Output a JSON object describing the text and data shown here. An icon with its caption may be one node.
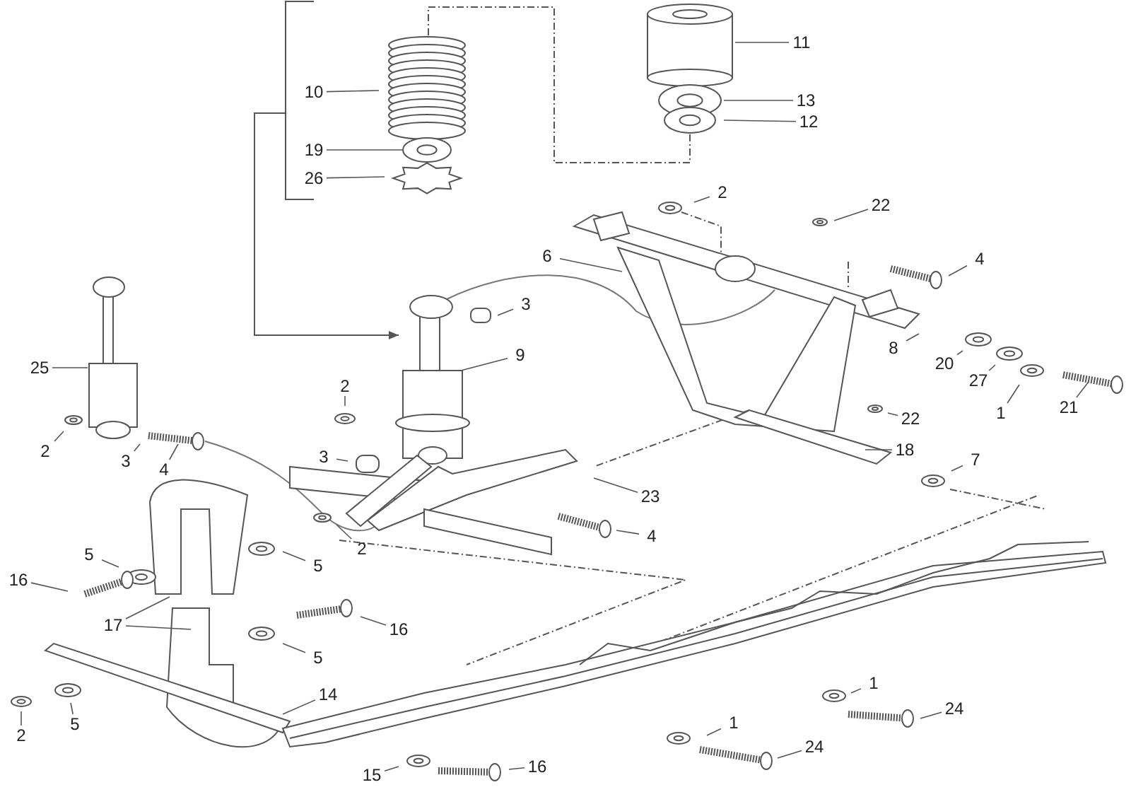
{
  "diagram": {
    "nodes": [
      {
        "text": [
          "10"
        ]
      },
      {
        "text": [
          "19"
        ]
      },
      {
        "text": [
          "26"
        ]
      },
      {
        "text": [
          "11"
        ]
      },
      {
        "text": [
          "13"
        ]
      },
      {
        "text": [
          "12"
        ]
      },
      {
        "text": [
          "2"
        ]
      },
      {
        "text": [
          "22"
        ]
      },
      {
        "text": [
          "6"
        ]
      },
      {
        "text": [
          "4"
        ]
      },
      {
        "text": [
          "3"
        ]
      },
      {
        "text": [
          "8"
        ]
      },
      {
        "text": [
          "20"
        ]
      },
      {
        "text": [
          "27"
        ]
      },
      {
        "text": [
          "1"
        ]
      },
      {
        "text": [
          "21"
        ]
      },
      {
        "text": [
          "25"
        ]
      },
      {
        "text": [
          "9"
        ]
      },
      {
        "text": [
          "2"
        ]
      },
      {
        "text": [
          "22"
        ]
      },
      {
        "text": [
          "18"
        ]
      },
      {
        "text": [
          "7"
        ]
      },
      {
        "text": [
          "2"
        ]
      },
      {
        "text": [
          "3"
        ]
      },
      {
        "text": [
          "4"
        ]
      },
      {
        "text": [
          "3"
        ]
      },
      {
        "text": [
          "23"
        ]
      },
      {
        "text": [
          "4"
        ]
      },
      {
        "text": [
          "5"
        ]
      },
      {
        "text": [
          "5"
        ]
      },
      {
        "text": [
          "2"
        ]
      },
      {
        "text": [
          "16"
        ]
      },
      {
        "text": [
          "17"
        ]
      },
      {
        "text": [
          "16"
        ]
      },
      {
        "text": [
          "5"
        ]
      },
      {
        "text": [
          "14"
        ]
      },
      {
        "text": [
          "1"
        ]
      },
      {
        "text": [
          "24"
        ]
      },
      {
        "text": [
          "2"
        ]
      },
      {
        "text": [
          "5"
        ]
      },
      {
        "text": [
          "1"
        ]
      },
      {
        "text": [
          "24"
        ]
      },
      {
        "text": [
          "15"
        ]
      },
      {
        "text": [
          "16"
        ]
      }
    ],
    "edges": [
      {
        "from": 0,
        "to": null,
        "arrow": "none"
      },
      {
        "from": 1,
        "to": null,
        "arrow": "none"
      },
      {
        "from": 2,
        "to": null,
        "arrow": "none"
      },
      {
        "from": 3,
        "to": null,
        "arrow": "none"
      },
      {
        "from": 4,
        "to": null,
        "arrow": "none"
      },
      {
        "from": 5,
        "to": null,
        "arrow": "none"
      },
      {
        "from": 6,
        "to": null,
        "arrow": "none"
      },
      {
        "from": 7,
        "to": null,
        "arrow": "none"
      },
      {
        "from": 8,
        "to": null,
        "arrow": "none"
      },
      {
        "from": 9,
        "to": null,
        "arrow": "none"
      },
      {
        "from": 10,
        "to": null,
        "arrow": "none"
      },
      {
        "from": 11,
        "to": null,
        "arrow": "none"
      },
      {
        "from": 12,
        "to": null,
        "arrow": "none"
      },
      {
        "from": 13,
        "to": null,
        "arrow": "none"
      },
      {
        "from": 14,
        "to": null,
        "arrow": "none"
      },
      {
        "from": 15,
        "to": null,
        "arrow": "none"
      },
      {
        "from": 16,
        "to": null,
        "arrow": "none"
      },
      {
        "from": 17,
        "to": null,
        "arrow": "none"
      },
      {
        "from": 18,
        "to": null,
        "arrow": "none"
      },
      {
        "from": 19,
        "to": null,
        "arrow": "none"
      },
      {
        "from": 20,
        "to": null,
        "arrow": "none"
      },
      {
        "from": 21,
        "to": null,
        "arrow": "none"
      },
      {
        "from": 22,
        "to": null,
        "arrow": "none"
      },
      {
        "from": 23,
        "to": null,
        "arrow": "none"
      },
      {
        "from": 24,
        "to": null,
        "arrow": "none"
      },
      {
        "from": 25,
        "to": null,
        "arrow": "none"
      },
      {
        "from": 26,
        "to": null,
        "arrow": "none"
      },
      {
        "from": 27,
        "to": null,
        "arrow": "none"
      },
      {
        "from": 28,
        "to": null,
        "arrow": "none"
      },
      {
        "from": 29,
        "to": null,
        "arrow": "none"
      },
      {
        "from": 30,
        "to": null,
        "arrow": "none"
      },
      {
        "from": 31,
        "to": null,
        "arrow": "none"
      },
      {
        "from": 32,
        "to": null,
        "arrow": "none"
      },
      {
        "from": 32,
        "to": null,
        "arrow": "none"
      },
      {
        "from": 33,
        "to": null,
        "arrow": "none"
      },
      {
        "from": 34,
        "to": null,
        "arrow": "none"
      },
      {
        "from": 35,
        "to": null,
        "arrow": "none"
      },
      {
        "from": 36,
        "to": null,
        "arrow": "none"
      },
      {
        "from": 37,
        "to": null,
        "arrow": "none"
      },
      {
        "from": 38,
        "to": null,
        "arrow": "none"
      },
      {
        "from": 39,
        "to": null,
        "arrow": "none"
      },
      {
        "from": 40,
        "to": null,
        "arrow": "none"
      },
      {
        "from": 41,
        "to": null,
        "arrow": "none"
      },
      {
        "from": 42,
        "to": null,
        "arrow": "none"
      },
      {
        "from": 43,
        "to": null,
        "arrow": "none"
      }
    ]
  }
}
